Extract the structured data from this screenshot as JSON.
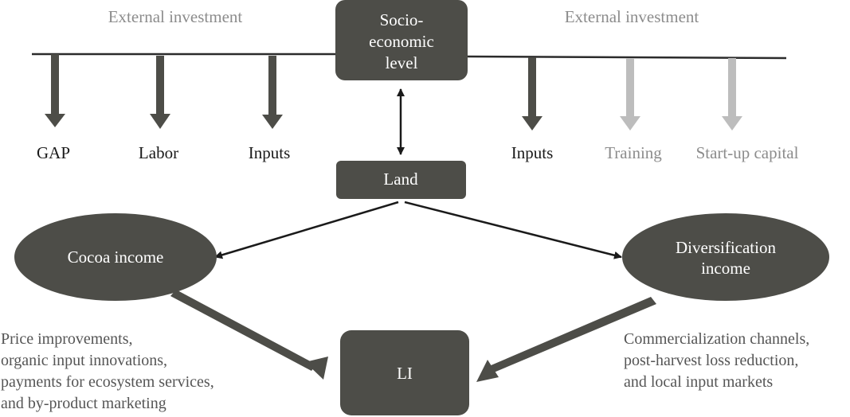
{
  "colors": {
    "node_fill": "#4d4d48",
    "dark_arrow": "#4d4d48",
    "light_arrow": "#bdbdbd",
    "dark_text": "#1a1a1a",
    "gray_text": "#8c8c8c",
    "note_text": "#555555"
  },
  "left_investment": {
    "header": "External investment",
    "items": [
      "GAP",
      "Labor",
      "Inputs"
    ]
  },
  "right_investment": {
    "header": "External investment",
    "items": [
      "Inputs",
      "Training",
      "Start-up capital"
    ]
  },
  "nodes": {
    "socio_economic": [
      "Socio-",
      "economic",
      "level"
    ],
    "land": "Land",
    "cocoa_income": "Cocoa income",
    "diversification_income": [
      "Diversification",
      "income"
    ],
    "li": "LI"
  },
  "notes": {
    "left": [
      "Price improvements,",
      "organic input innovations,",
      "payments for ecosystem services,",
      "and by-product marketing"
    ],
    "right": [
      "Commercialization channels,",
      "post-harvest loss reduction,",
      "and local input markets"
    ]
  }
}
